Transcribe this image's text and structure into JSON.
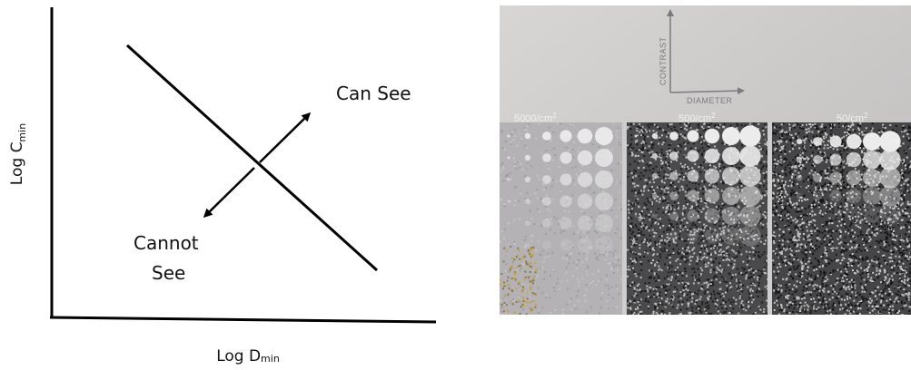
{
  "diagram": {
    "y_axis_label": {
      "prefix": "Log C",
      "subscript": "min"
    },
    "x_axis_label": {
      "prefix": "Log D",
      "subscript": "min"
    },
    "region_labels": {
      "can_see": "Can See",
      "cannot_line1": "Cannot",
      "cannot_line2": "See"
    }
  },
  "photo": {
    "axis_labels": {
      "contrast": "CONTRAST",
      "diameter": "DIAMETER"
    },
    "panels": [
      {
        "label": "5000/cm",
        "superscript": "2"
      },
      {
        "label": "500/cm",
        "superscript": "2"
      },
      {
        "label": "50/cm",
        "superscript": "2"
      }
    ],
    "colors": {
      "backdrop": "#c9c7c6",
      "panel_low_noise": "#b4b2b4",
      "panel_noise": "#4a4a4c",
      "disc": "#ececec"
    }
  }
}
